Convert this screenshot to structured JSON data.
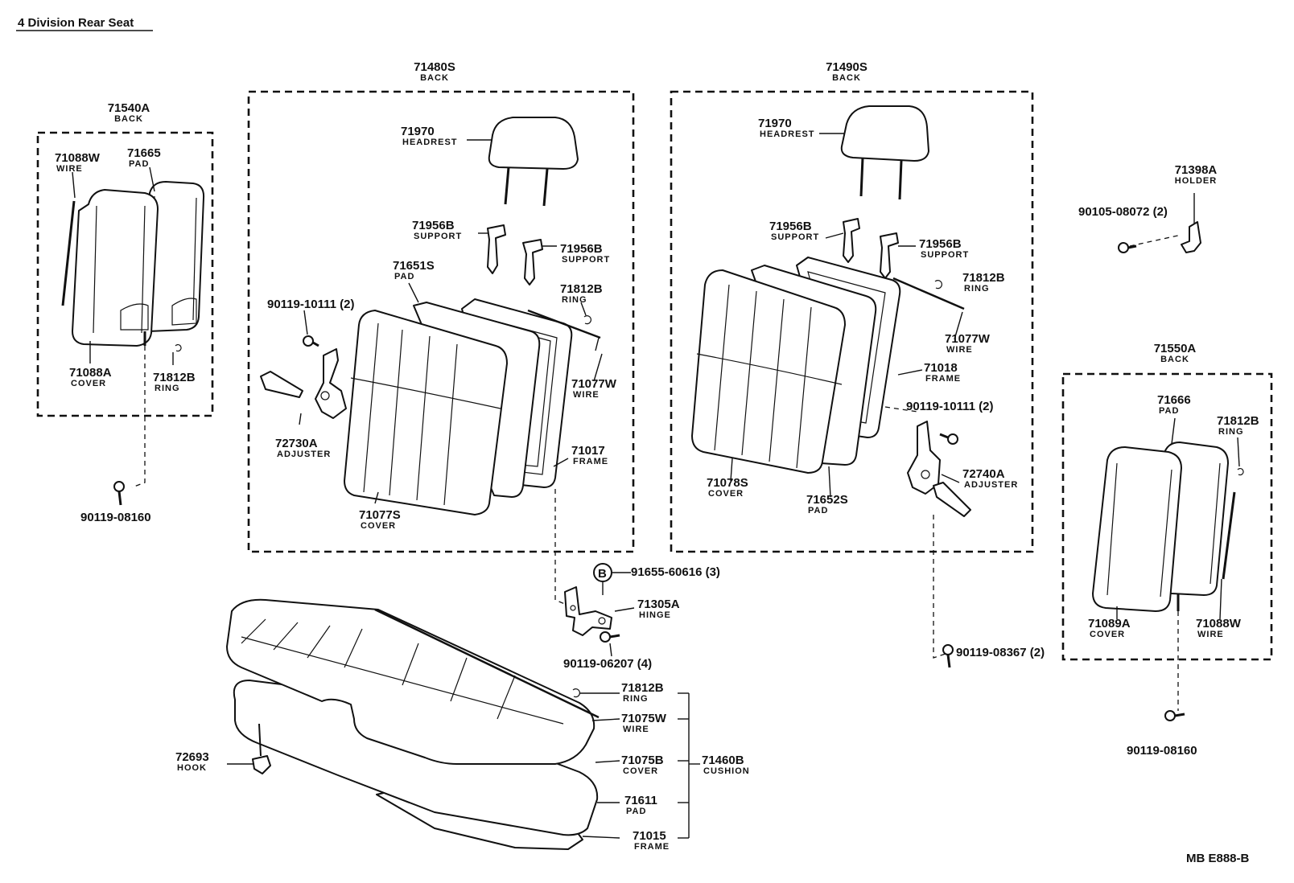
{
  "title": "4 Division Rear Seat",
  "drawing_code": "MB E888-B",
  "marker_letter": "B",
  "labels": [
    {
      "id": "back_71540a",
      "number": "71540A",
      "name": "BACK"
    },
    {
      "id": "wire_71088w_l",
      "number": "71088W",
      "name": "WIRE"
    },
    {
      "id": "pad_71665",
      "number": "71665",
      "name": "PAD"
    },
    {
      "id": "cover_71088a",
      "number": "71088A",
      "name": "COVER"
    },
    {
      "id": "ring_71812b_l",
      "number": "71812B",
      "name": "RING"
    },
    {
      "id": "bolt_90119_08160_l",
      "number": "90119-08160",
      "name": ""
    },
    {
      "id": "back_71480s",
      "number": "71480S",
      "name": "BACK"
    },
    {
      "id": "headrest_71970_a",
      "number": "71970",
      "name": "HEADREST"
    },
    {
      "id": "support_71956b_a1",
      "number": "71956B",
      "name": "SUPPORT"
    },
    {
      "id": "support_71956b_a2",
      "number": "71956B",
      "name": "SUPPORT"
    },
    {
      "id": "pad_71651s",
      "number": "71651S",
      "name": "PAD"
    },
    {
      "id": "ring_71812b_a",
      "number": "71812B",
      "name": "RING"
    },
    {
      "id": "bolt_90119_10111_a",
      "number": "90119-10111 (2)",
      "name": ""
    },
    {
      "id": "wire_71077w_a",
      "number": "71077W",
      "name": "WIRE"
    },
    {
      "id": "adjuster_72730a",
      "number": "72730A",
      "name": "ADJUSTER"
    },
    {
      "id": "frame_71017",
      "number": "71017",
      "name": "FRAME"
    },
    {
      "id": "cover_71077s",
      "number": "71077S",
      "name": "COVER"
    },
    {
      "id": "back_71490s",
      "number": "71490S",
      "name": "BACK"
    },
    {
      "id": "headrest_71970_b",
      "number": "71970",
      "name": "HEADREST"
    },
    {
      "id": "support_71956b_b1",
      "number": "71956B",
      "name": "SUPPORT"
    },
    {
      "id": "support_71956b_b2",
      "number": "71956B",
      "name": "SUPPORT"
    },
    {
      "id": "ring_71812b_b",
      "number": "71812B",
      "name": "RING"
    },
    {
      "id": "wire_71077w_b",
      "number": "71077W",
      "name": "WIRE"
    },
    {
      "id": "frame_71018",
      "number": "71018",
      "name": "FRAME"
    },
    {
      "id": "bolt_90119_10111_b",
      "number": "90119-10111 (2)",
      "name": ""
    },
    {
      "id": "adjuster_72740a",
      "number": "72740A",
      "name": "ADJUSTER"
    },
    {
      "id": "cover_71078s",
      "number": "71078S",
      "name": "COVER"
    },
    {
      "id": "pad_71652s",
      "number": "71652S",
      "name": "PAD"
    },
    {
      "id": "holder_71398a",
      "number": "71398A",
      "name": "HOLDER"
    },
    {
      "id": "bolt_90105_08072",
      "number": "90105-08072 (2)",
      "name": ""
    },
    {
      "id": "back_71550a",
      "number": "71550A",
      "name": "BACK"
    },
    {
      "id": "pad_71666",
      "number": "71666",
      "name": "PAD"
    },
    {
      "id": "ring_71812b_r",
      "number": "71812B",
      "name": "RING"
    },
    {
      "id": "cover_71089a",
      "number": "71089A",
      "name": "COVER"
    },
    {
      "id": "wire_71088w_r",
      "number": "71088W",
      "name": "WIRE"
    },
    {
      "id": "bolt_90119_08160_r",
      "number": "90119-08160",
      "name": ""
    },
    {
      "id": "bolt_91655_60616",
      "number": "91655-60616 (3)",
      "name": ""
    },
    {
      "id": "hinge_71305a",
      "number": "71305A",
      "name": "HINGE"
    },
    {
      "id": "bolt_90119_06207",
      "number": "90119-06207 (4)",
      "name": ""
    },
    {
      "id": "bolt_90119_08367",
      "number": "90119-08367 (2)",
      "name": ""
    },
    {
      "id": "ring_71812b_c",
      "number": "71812B",
      "name": "RING"
    },
    {
      "id": "wire_71075w",
      "number": "71075W",
      "name": "WIRE"
    },
    {
      "id": "cover_71075b",
      "number": "71075B",
      "name": "COVER"
    },
    {
      "id": "cushion_71460b",
      "number": "71460B",
      "name": "CUSHION"
    },
    {
      "id": "pad_71611",
      "number": "71611",
      "name": "PAD"
    },
    {
      "id": "frame_71015",
      "number": "71015",
      "name": "FRAME"
    },
    {
      "id": "hook_72693",
      "number": "72693",
      "name": "HOOK"
    }
  ]
}
